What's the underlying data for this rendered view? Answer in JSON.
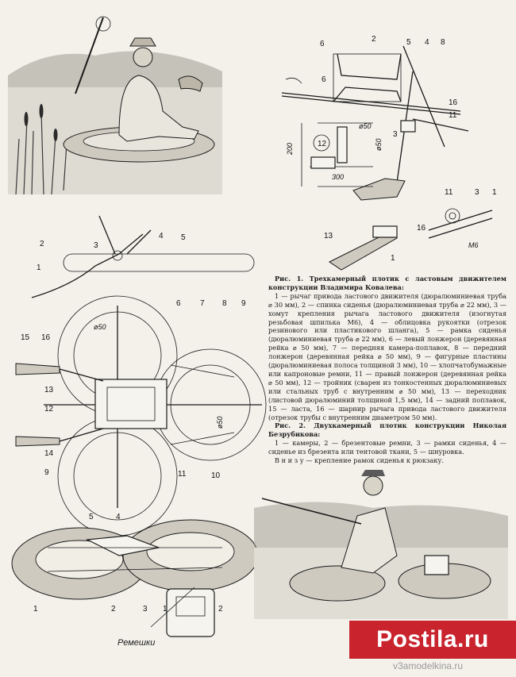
{
  "labels": {
    "top": [
      "6",
      "2",
      "5",
      "4",
      "8",
      "6",
      "16",
      "11",
      "3",
      "12",
      "200",
      "ø50",
      "ø50",
      "300",
      "13",
      "1",
      "11",
      "3",
      "1",
      "16",
      "М6"
    ],
    "plan": [
      "2",
      "3",
      "4",
      "5",
      "1",
      "6",
      "7",
      "8",
      "9",
      "15",
      "16",
      "ø50",
      "13",
      "12",
      "14",
      "9",
      "11",
      "10",
      "ø50"
    ],
    "fig2": [
      "5",
      "4",
      "1",
      "2",
      "3",
      "1",
      "2"
    ]
  },
  "strap_label": "Ремешки",
  "caption": {
    "fig1_head": "Рис. 1. Трехкамерный плотик с ластовым движителем конструкции Владимира Ковалева:",
    "fig1_body": "1 — рычаг привода ластового движителя (дюралюминиевая труба ⌀ 30 мм), 2 — спинка сиденья (дюралюминиевая труба ⌀ 22 мм), 3 — хомут крепления рычага ластового движителя (изогнутая резьбовая шпилька М6), 4 — облицовка рукоятки (отрезок резинового или пластикового шланга), 5 — рамка сиденья (дюралюминиевая труба ⌀ 22 мм), 6 — левый лонжерон (деревянная рейка ⌀ 50 мм), 7 — передняя камера-поплавок, 8 — передний лонжерон (деревянная рейка ⌀ 50 мм), 9 — фигурные пластины (дюралюминиевая полоса толщиной 3 мм), 10 — хлопчатобумажные или капроновые ремни, 11 — правый лонжерон (деревянная рейка ⌀ 50 мм), 12 — тройник (сварен из тонкостенных дюралюминиевых или стальных труб с внутренним ⌀ 50 мм), 13 — переходник (листовой дюралюминий толщиной 1,5 мм), 14 — задний поплавок, 15 — ласта, 16 — шарнир рычага привода ластового движителя (отрезок трубы с внутренним диаметром 50 мм).",
    "fig2_head": "Рис. 2. Двухкамерный плотик конструкции Николая Безрубикова:",
    "fig2_body": "1 — камеры, 2 — брезентовые ремни, 3 — рамки сиденья, 4 — сиденье из брезента или тентовой ткани, 5 — шнуровка.",
    "fig2_note": "В н и з у — крепление рамок сиденья к рюкзаку."
  },
  "watermark": {
    "text": "Postila.ru",
    "sub": "v3amodelkina.ru",
    "color": "#c9242e"
  }
}
